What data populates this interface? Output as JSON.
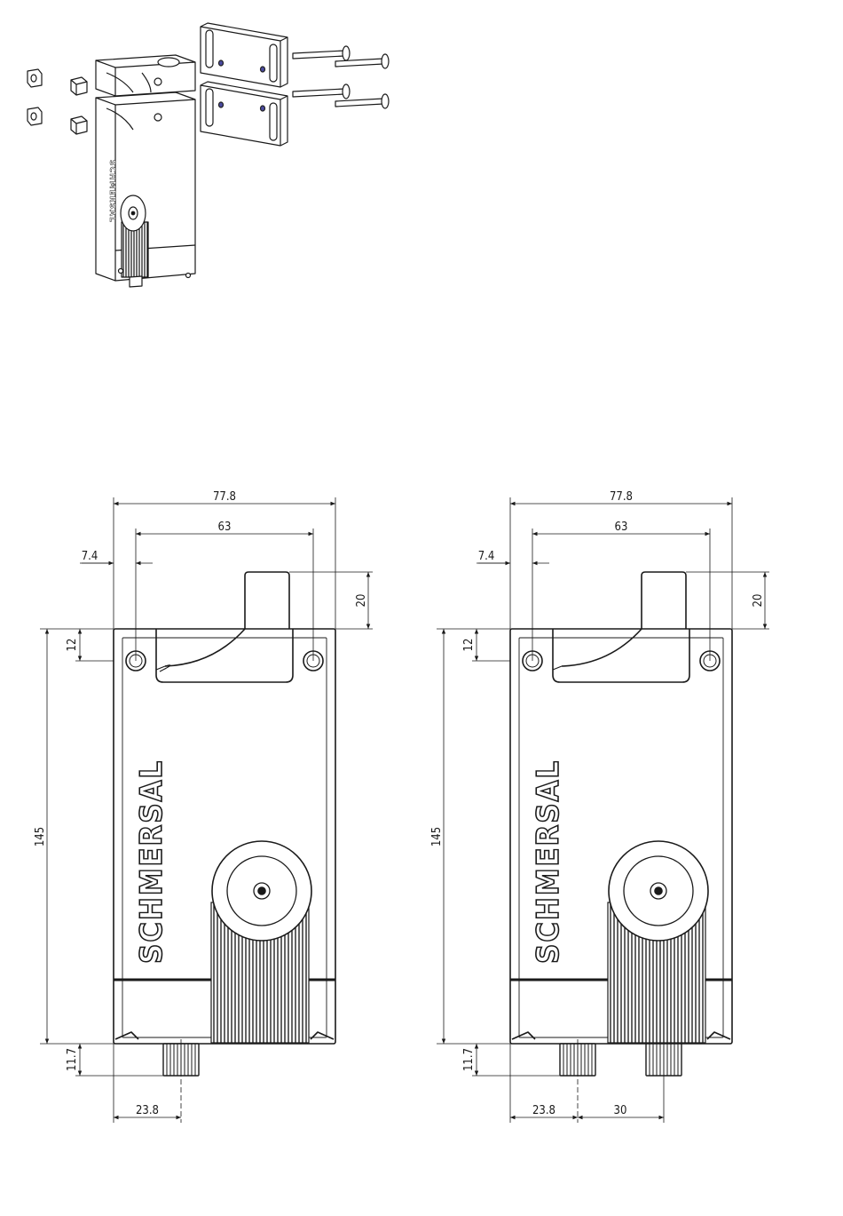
{
  "brand": "SCHMERSAL",
  "views": [
    {
      "name": "single-connector",
      "width": "77.8",
      "hole_spacing": "63",
      "hole_offset": "7.4",
      "actuator_height": "20",
      "hole_depth": "12",
      "height": "145",
      "connector_length": "11.7",
      "connector_offset": "23.8",
      "second_connector_spacing": ""
    },
    {
      "name": "dual-connector",
      "width": "77.8",
      "hole_spacing": "63",
      "hole_offset": "7.4",
      "actuator_height": "20",
      "hole_depth": "12",
      "height": "145",
      "connector_length": "11.7",
      "connector_offset": "23.8",
      "second_connector_spacing": "30"
    }
  ],
  "colors": {
    "line": "#1a1a1a",
    "hatch": "#333333",
    "hole_fill": "#4a4aa0"
  }
}
